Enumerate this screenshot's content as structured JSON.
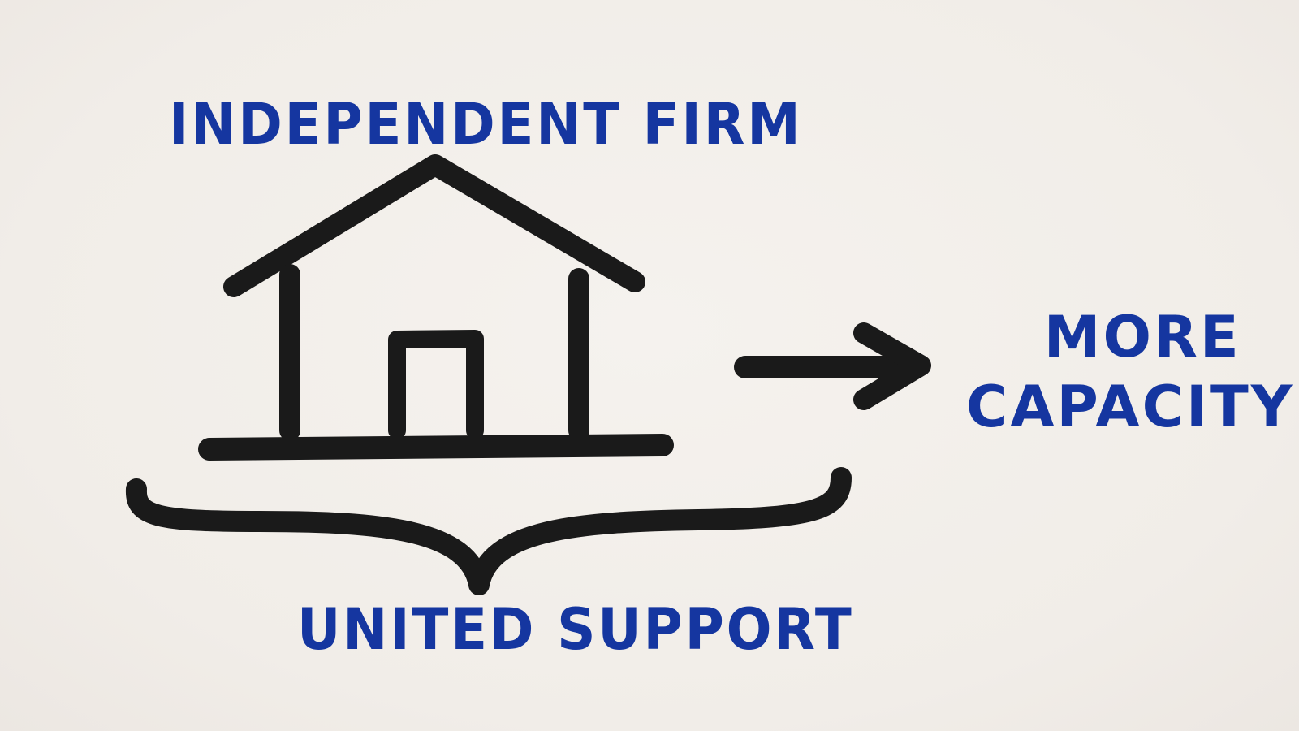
{
  "labels": {
    "top": "INDEPENDENT FIRM",
    "bottom": "UNITED SUPPORT",
    "right_line1": "MORE",
    "right_line2": "CAPACITY"
  },
  "colors": {
    "background": "#f2eeea",
    "ink_black": "#1a1a1a",
    "ink_blue": "#1536a0"
  },
  "icons": {
    "house": "house-icon",
    "arrow": "arrow-right-icon",
    "brace": "curly-brace-icon"
  }
}
